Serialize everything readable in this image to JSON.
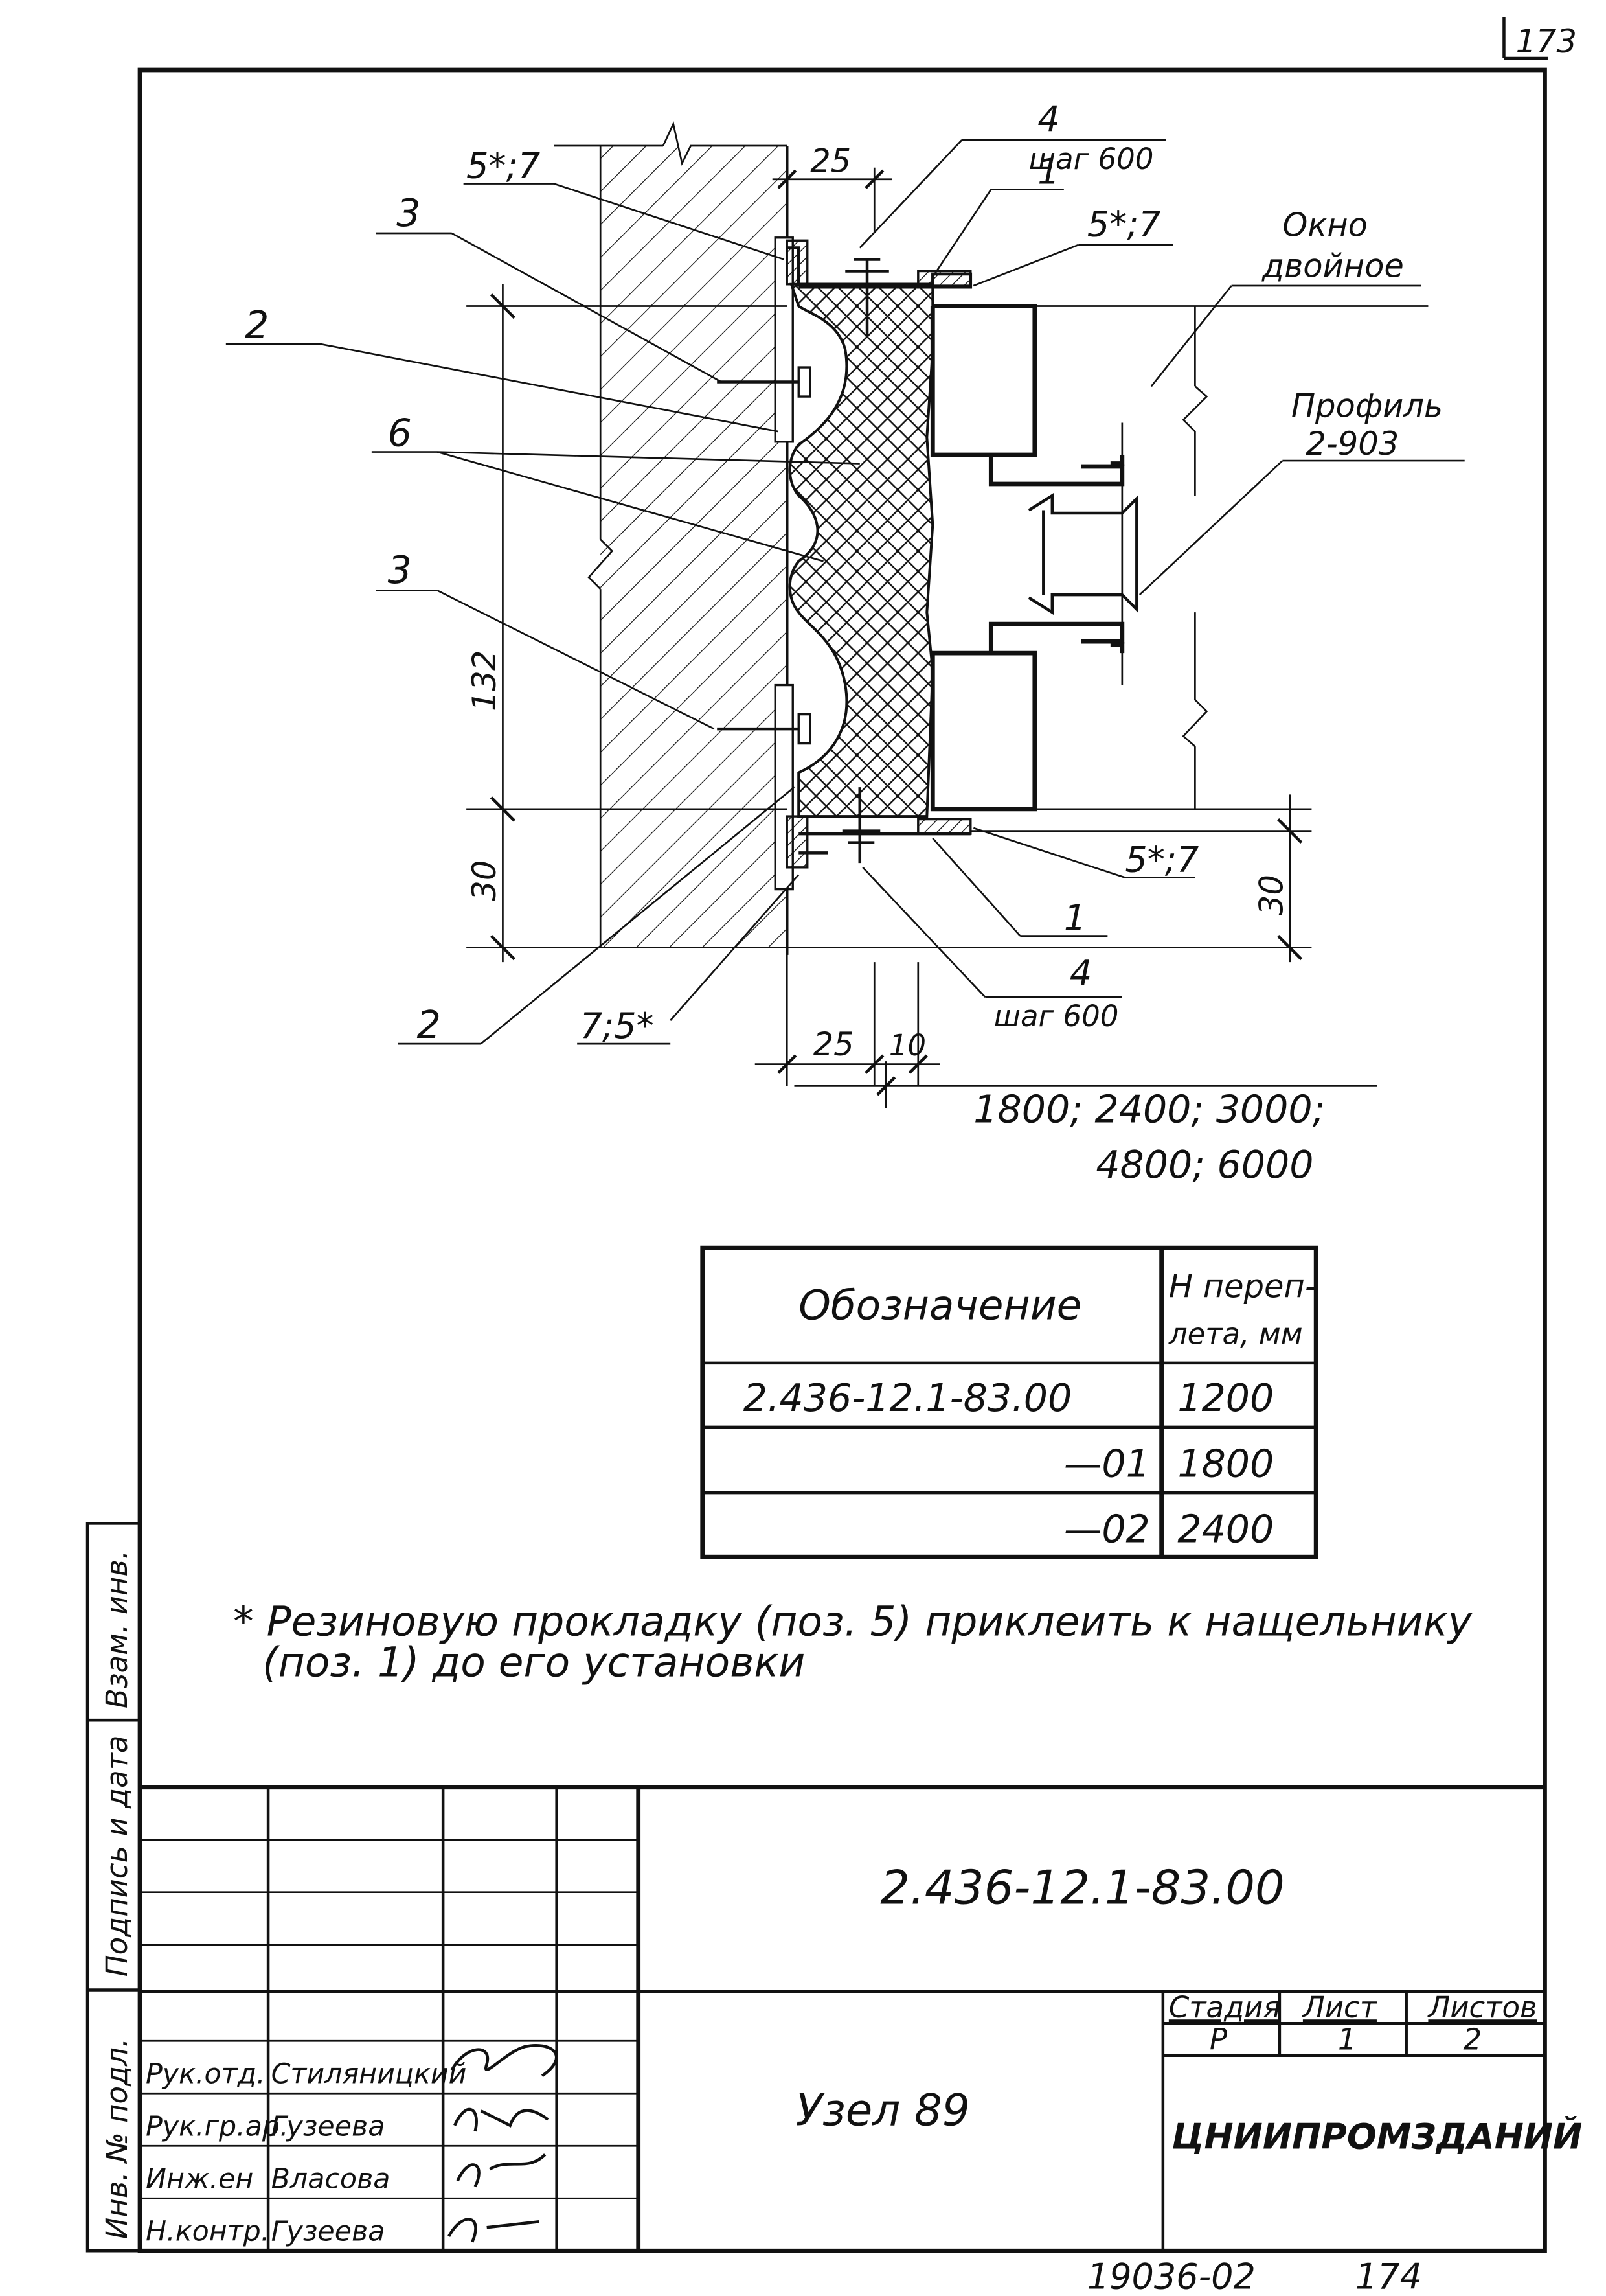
{
  "sheet_number": "173",
  "bottom_reference": "19036-02",
  "bottom_page": "174",
  "drawing": {
    "callouts": {
      "pos_5_7_top_left": "5*;7",
      "pos_3_upper": "3",
      "pos_2_upper": "2",
      "pos_6": "6",
      "pos_3_lower": "3",
      "pos_4_top": "4",
      "pitch_top": "шаг 600",
      "pos_1_top": "1",
      "pos_5_7_top_right": "5*;7",
      "window_label_1": "Окно",
      "window_label_2": "двойное",
      "profile_label_1": "Профиль",
      "profile_label_2": "2-903",
      "pos_5_7_bottom_right": "5*;7",
      "pos_1_bottom": "1",
      "pos_4_bottom": "4",
      "pitch_bottom": "шаг 600",
      "pos_2_bottom": "2",
      "pos_7_5_bottom": "7;5*"
    },
    "dimensions": {
      "top_offset": "25",
      "left_height": "132",
      "left_bottom": "30",
      "right_bottom": "30",
      "bottom_offset": "25",
      "bottom_gap": "10",
      "lengths_line1": "1800;  2400;  3000;",
      "lengths_line2": "4800;  6000"
    }
  },
  "table": {
    "header_designation": "Обозначение",
    "header_h_line1": "H переп-",
    "header_h_line2": "лета, мм",
    "rows": [
      {
        "designation": "2.436-12.1-83.00",
        "h": "1200"
      },
      {
        "designation": "—01",
        "h": "1800"
      },
      {
        "designation": "—02",
        "h": "2400"
      }
    ]
  },
  "note_line1": "* Резиновую прокладку (поз. 5) приклеить к нащельнику",
  "note_line2": "(поз. 1)  до его  установки",
  "side_stamp": {
    "inv_podl": "Инв. № подл.",
    "podpis_data": "Подпись и дата",
    "vzam_inv": "Взам. инв."
  },
  "title_block": {
    "document_code": "2.436-12.1-83.00",
    "node_name": "Узел 89",
    "stage_label": "Стадия",
    "sheet_label": "Лист",
    "sheets_label": "Листов",
    "stage_value": "Р",
    "sheet_value": "1",
    "sheets_value": "2",
    "organization": "ЦНИИПРОМЗДАНИЙ",
    "roles": [
      {
        "role": "Рук.отд.",
        "name": "Стиляницкий"
      },
      {
        "role": "Рук.гр.ар.",
        "name": "Гузеева"
      },
      {
        "role": "Инж.ен",
        "name": "Власова"
      },
      {
        "role": "Н.контр.",
        "name": "Гузеева"
      }
    ]
  }
}
